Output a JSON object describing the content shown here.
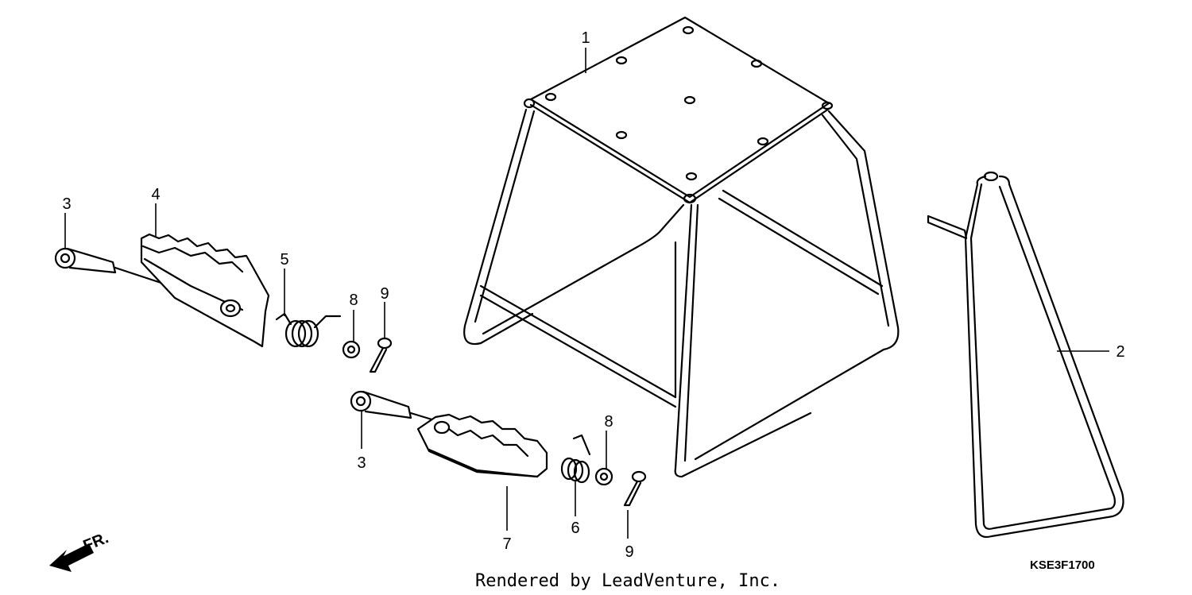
{
  "diagram": {
    "diagram_code": "KSE3F1700",
    "credit": "Rendered by LeadVenture, Inc.",
    "direction_label": "FR.",
    "callouts": [
      {
        "id": "c1",
        "label": "1"
      },
      {
        "id": "c2",
        "label": "2"
      },
      {
        "id": "c3a",
        "label": "3"
      },
      {
        "id": "c3b",
        "label": "3"
      },
      {
        "id": "c4",
        "label": "4"
      },
      {
        "id": "c5",
        "label": "5"
      },
      {
        "id": "c6",
        "label": "6"
      },
      {
        "id": "c7",
        "label": "7"
      },
      {
        "id": "c8a",
        "label": "8"
      },
      {
        "id": "c8b",
        "label": "8"
      },
      {
        "id": "c9a",
        "label": "9"
      },
      {
        "id": "c9b",
        "label": "9"
      }
    ]
  }
}
